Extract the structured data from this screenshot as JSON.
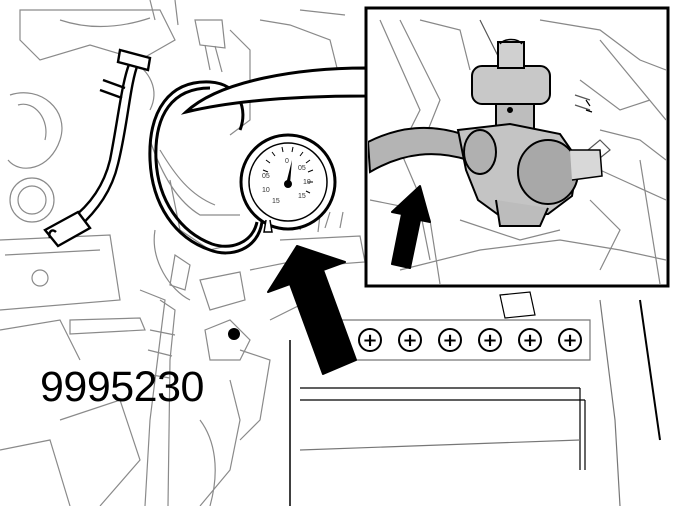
{
  "figure": {
    "part_number": "9995230",
    "gauge_scale_labels": [
      "0",
      "05",
      "05",
      "10",
      "10",
      "15",
      "15"
    ],
    "battery_terminal_symbol": "+",
    "battery_terminal_count": 6
  },
  "colors": {
    "line": "#000000",
    "sketch": "#777777",
    "light_sketch": "#aaaaaa",
    "part_fill": "#c8c8c8",
    "part_dark": "#a8a8a8",
    "background": "#ffffff"
  },
  "icons": [
    "arrow-icon",
    "pressure-gauge-icon",
    "battery-icon",
    "valve-icon"
  ]
}
